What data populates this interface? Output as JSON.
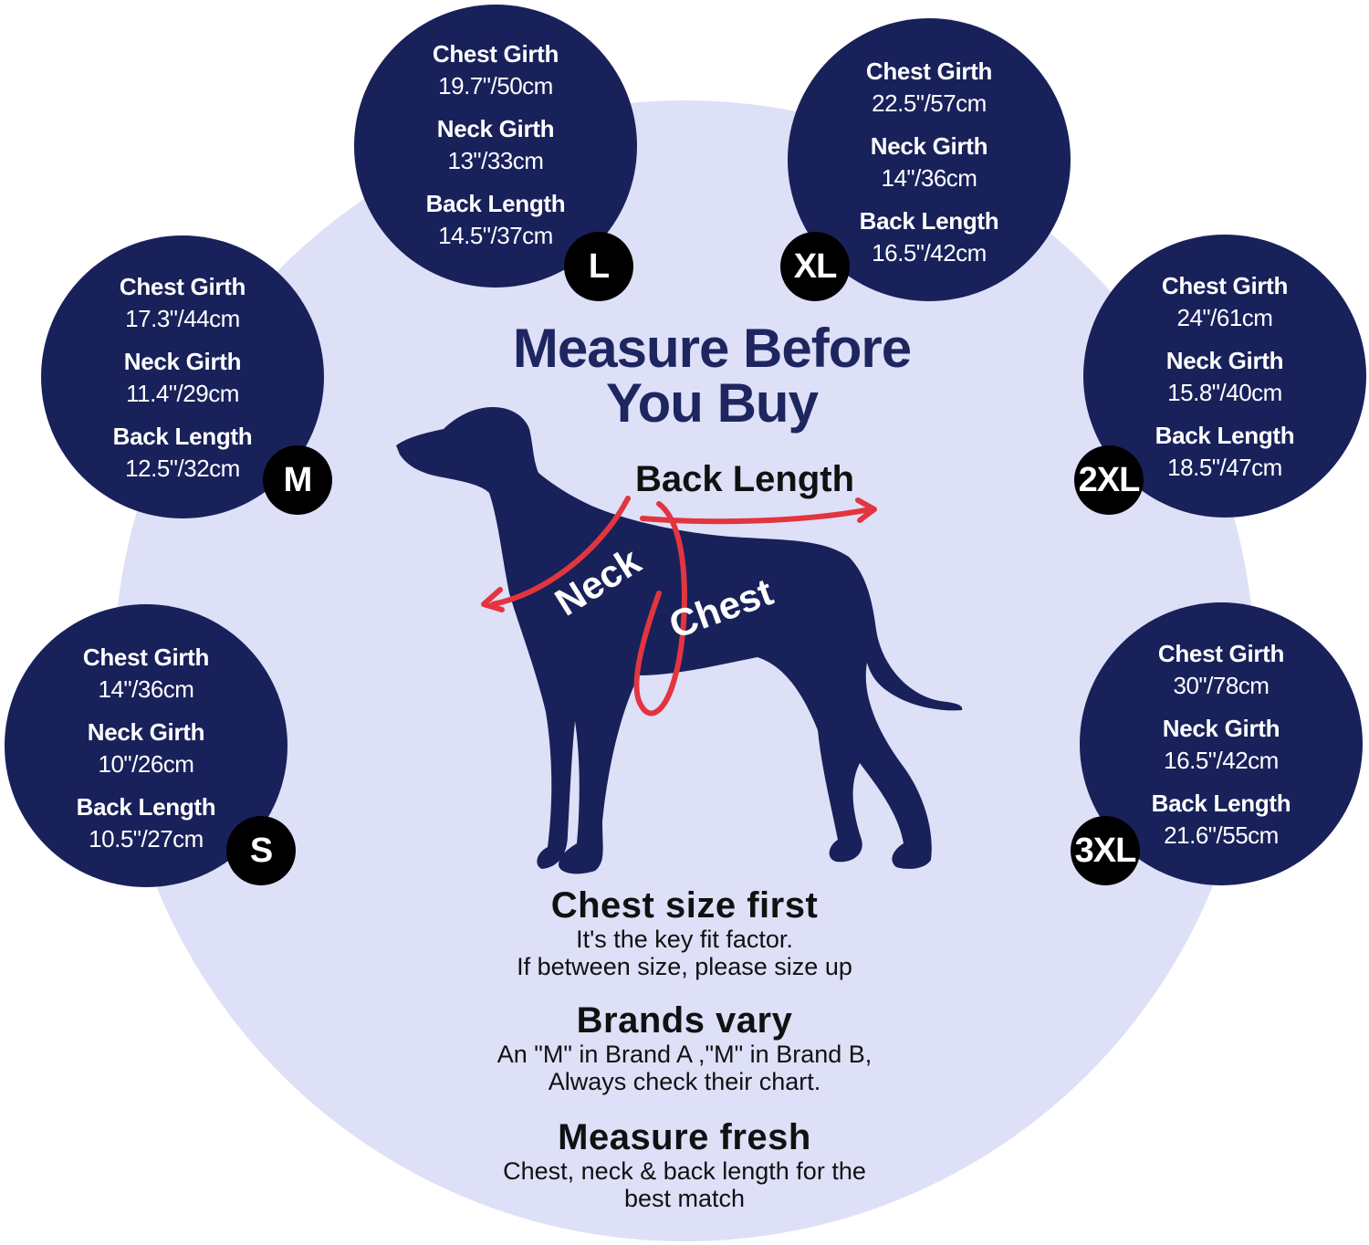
{
  "headline": "Measure Before You Buy",
  "measure_labels": {
    "back": "Back Length",
    "neck": "Neck",
    "chest": "Chest"
  },
  "colors": {
    "navy": "#18215a",
    "background": "#dde0f7",
    "measure_line": "#e3353f",
    "badge": "#000000"
  },
  "sizes": [
    {
      "size": "L",
      "chest_label": "Chest Girth",
      "chest": "19.7\"/50cm",
      "neck_label": "Neck Girth",
      "neck": "13\"/33cm",
      "back_label": "Back Length",
      "back": "14.5\"/37cm"
    },
    {
      "size": "XL",
      "chest_label": "Chest Girth",
      "chest": "22.5\"/57cm",
      "neck_label": "Neck Girth",
      "neck": "14\"/36cm",
      "back_label": "Back Length",
      "back": "16.5\"/42cm"
    },
    {
      "size": "M",
      "chest_label": "Chest Girth",
      "chest": "17.3\"/44cm",
      "neck_label": "Neck Girth",
      "neck": "11.4\"/29cm",
      "back_label": "Back Length",
      "back": "12.5\"/32cm"
    },
    {
      "size": "2XL",
      "chest_label": "Chest Girth",
      "chest": "24\"/61cm",
      "neck_label": "Neck Girth",
      "neck": "15.8\"/40cm",
      "back_label": "Back Length",
      "back": "18.5\"/47cm"
    },
    {
      "size": "S",
      "chest_label": "Chest Girth",
      "chest": "14\"/36cm",
      "neck_label": "Neck Girth",
      "neck": "10\"/26cm",
      "back_label": "Back Length",
      "back": "10.5\"/27cm"
    },
    {
      "size": "3XL",
      "chest_label": "Chest Girth",
      "chest": "30\"/78cm",
      "neck_label": "Neck Girth",
      "neck": "16.5\"/42cm",
      "back_label": "Back Length",
      "back": "21.6\"/55cm"
    }
  ],
  "tips": [
    {
      "heading": "Chest size first",
      "line1": "It's the key fit factor.",
      "line2": "If between size, please size up"
    },
    {
      "heading": "Brands vary",
      "line1": "An \"M\" in Brand A ,\"M\" in Brand B,",
      "line2": "Always check their chart."
    },
    {
      "heading": "Measure fresh",
      "line1": "Chest, neck & back length for the",
      "line2": "best match"
    }
  ]
}
